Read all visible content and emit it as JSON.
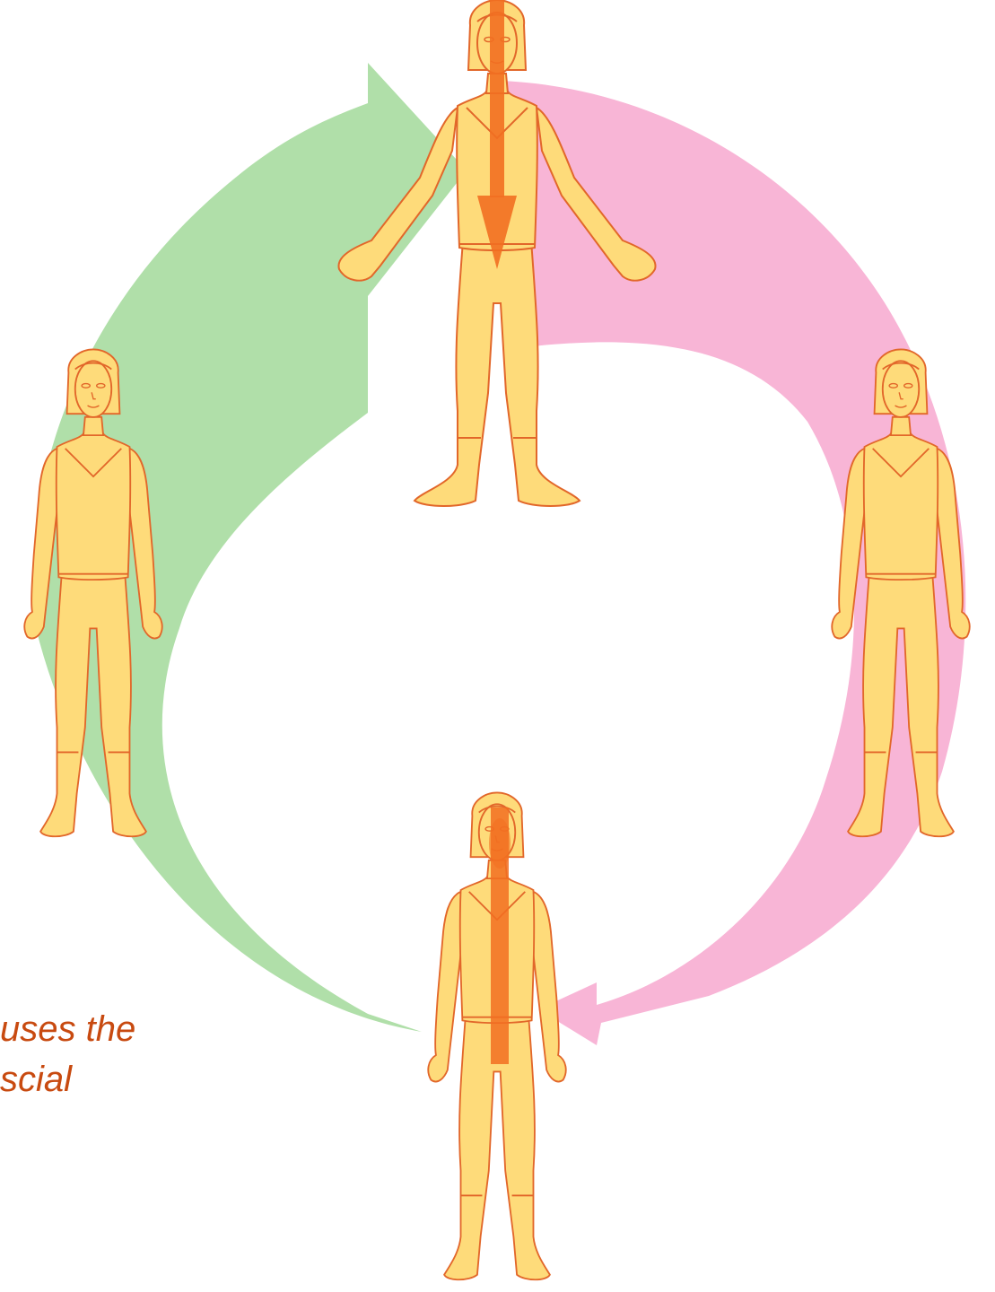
{
  "diagram": {
    "caption_lines": [
      "uses the",
      "scial"
    ],
    "colors": {
      "left_arrow": "#b0dfa9",
      "right_arrow": "#f8b5d6",
      "skin": "#fedb7a",
      "outline": "#e2672a",
      "flow_arrow": "#f26f21"
    },
    "figures": [
      {
        "id": "top",
        "pose": "arms-out",
        "flow_arrow": "downward"
      },
      {
        "id": "left",
        "pose": "standing"
      },
      {
        "id": "right",
        "pose": "standing"
      },
      {
        "id": "bottom",
        "pose": "standing",
        "flow_arrow": "vertical-band"
      }
    ]
  }
}
